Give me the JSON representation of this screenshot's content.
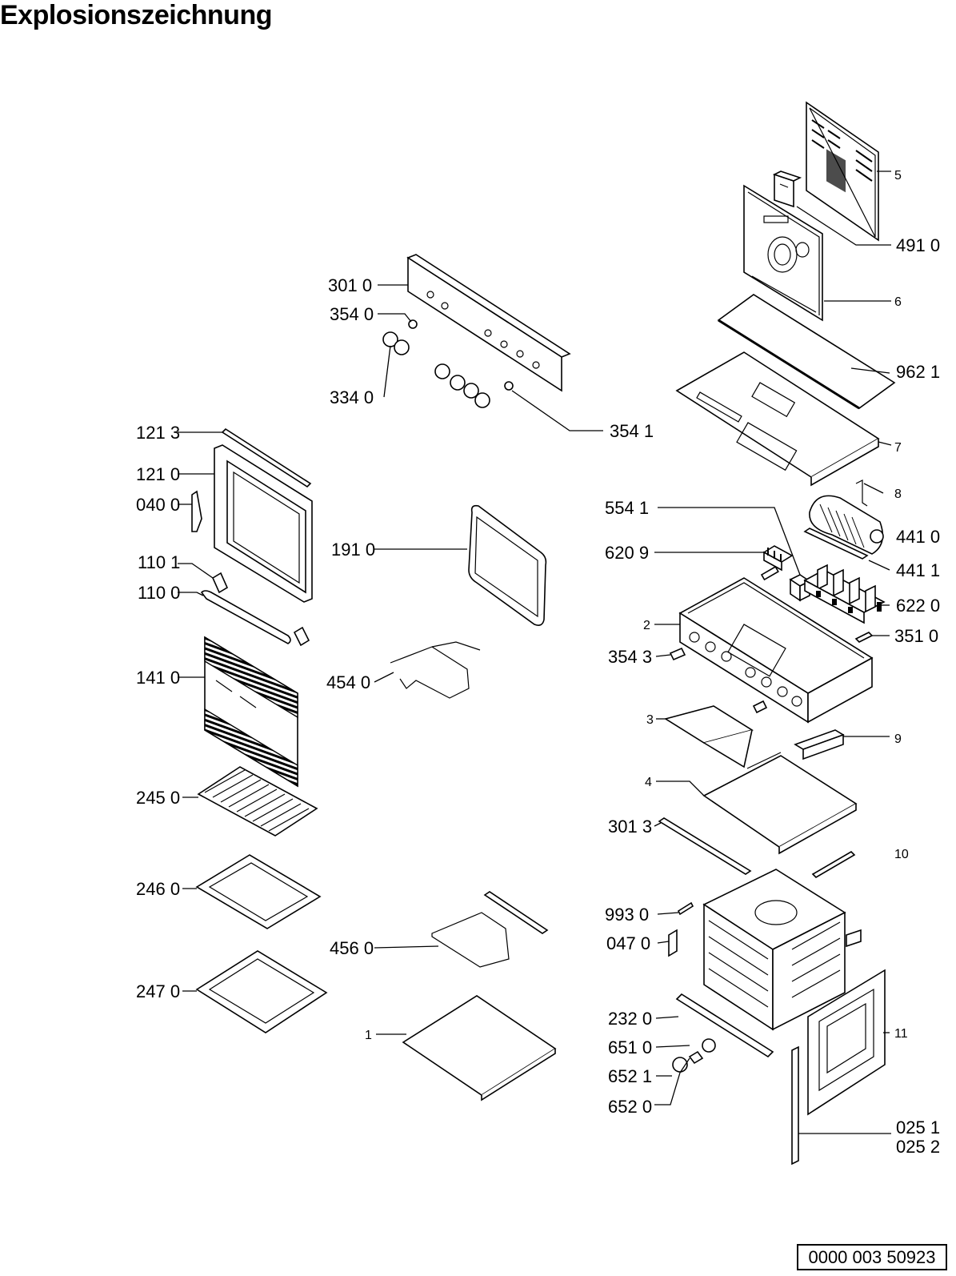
{
  "title": "Explosionszeichnung",
  "document_number": "0000 003 50923",
  "labels": {
    "l5": "5",
    "l4910": "491 0",
    "l6": "6",
    "l9621": "962 1",
    "l7": "7",
    "l8": "8",
    "l4410": "441 0",
    "l4411": "441 1",
    "l6220": "622 0",
    "l3510": "351 0",
    "l2": "2",
    "l9": "9",
    "l3": "3",
    "l4": "4",
    "l10": "10",
    "l11": "11",
    "l0251": "025 1",
    "l0252": "025 2",
    "l5541": "554 1",
    "l6209": "620 9",
    "l3543": "354 3",
    "l3013": "301 3",
    "l9930": "993 0",
    "l0470": "047 0",
    "l2320": "232 0",
    "l6510": "651 0",
    "l6521": "652 1",
    "l6520": "652 0",
    "l3010": "301 0",
    "l3540": "354 0",
    "l3340": "334 0",
    "l3541": "354 1",
    "l1910": "191 0",
    "l4540": "454 0",
    "l4560": "456 0",
    "l1": "1",
    "l1213": "121 3",
    "l1210": "121 0",
    "l0400": "040 0",
    "l1101": "110 1",
    "l1100": "110 0",
    "l1410": "141 0",
    "l2450": "245 0",
    "l2460": "246 0",
    "l2470": "247 0"
  }
}
